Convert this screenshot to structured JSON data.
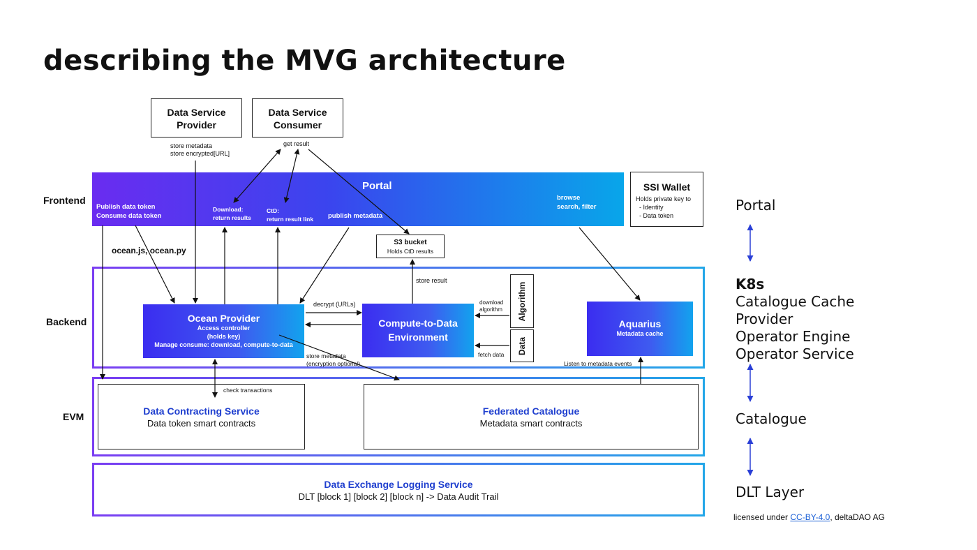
{
  "title": "describing the MVG architecture",
  "rows": {
    "frontend": "Frontend",
    "backend": "Backend",
    "evm": "EVM"
  },
  "actors": {
    "provider": {
      "line1": "Data Service",
      "line2": "Provider"
    },
    "consumer": {
      "line1": "Data Service",
      "line2": "Consumer"
    }
  },
  "labels": {
    "store_metadata": "store metadata",
    "store_encrypted": "store encrypted[URL]",
    "get_result": "get result",
    "ocean_libs": "ocean.js, ocean.py",
    "store_result": "store result",
    "decrypt_urls": "decrypt (URLs)",
    "download_algorithm_1": "download",
    "download_algorithm_2": "algorithm",
    "fetch_data": "fetch data",
    "store_metadata_2": "store metadata",
    "encryption_optional": "(encryption optional)",
    "listen_metadata": "Listen to metadata events",
    "check_transactions": "check transactions"
  },
  "portal": {
    "title": "Portal",
    "publish_1": "Publish data token",
    "publish_2": "Consume data token",
    "download_1": "Download:",
    "download_2": "return results",
    "ctd_1": "CtD:",
    "ctd_2": "return result link",
    "publish_metadata": "publish metadata",
    "browse_1": "browse",
    "browse_2": "search, filter"
  },
  "ssi_wallet": {
    "title": "SSI Wallet",
    "line1": "Holds private key to",
    "line2": "- Identity",
    "line3": "- Data token"
  },
  "s3": {
    "title": "S3 bucket",
    "sub": "Holds CtD results"
  },
  "ocean_provider": {
    "title": "Ocean Provider",
    "l1": "Access controller",
    "l2": "(holds key)",
    "l3": "Manage consume: download, compute-to-data"
  },
  "ctd_env": {
    "line1": "Compute-to-Data",
    "line2": "Environment"
  },
  "algorithm": "Algorithm",
  "data": "Data",
  "aquarius": {
    "title": "Aquarius",
    "sub": "Metadata cache"
  },
  "dcs": {
    "title": "Data Contracting Service",
    "sub": "Data token smart contracts"
  },
  "fed_catalogue": {
    "title": "Federated Catalogue",
    "sub": "Metadata smart contracts"
  },
  "logging": {
    "title": "Data Exchange Logging Service",
    "sub": "DLT [block 1] [block 2] [block n] -> Data Audit Trail"
  },
  "sidebar": {
    "portal": "Portal",
    "k8s_title": "K8s",
    "k8s_items": [
      "Catalogue Cache",
      "Provider",
      "Operator Engine",
      "Operator Service"
    ],
    "catalogue": "Catalogue",
    "dlt": "DLT Layer"
  },
  "license": {
    "prefix": "licensed under ",
    "link": "CC-BY-4.0",
    "suffix": ", deltaDAO AG"
  },
  "colors": {
    "accent_blue": "#1f3fcf",
    "arrow_blue": "#2a3fd6",
    "gradient_start": "#6a2cf0",
    "gradient_end": "#08a6ea"
  }
}
